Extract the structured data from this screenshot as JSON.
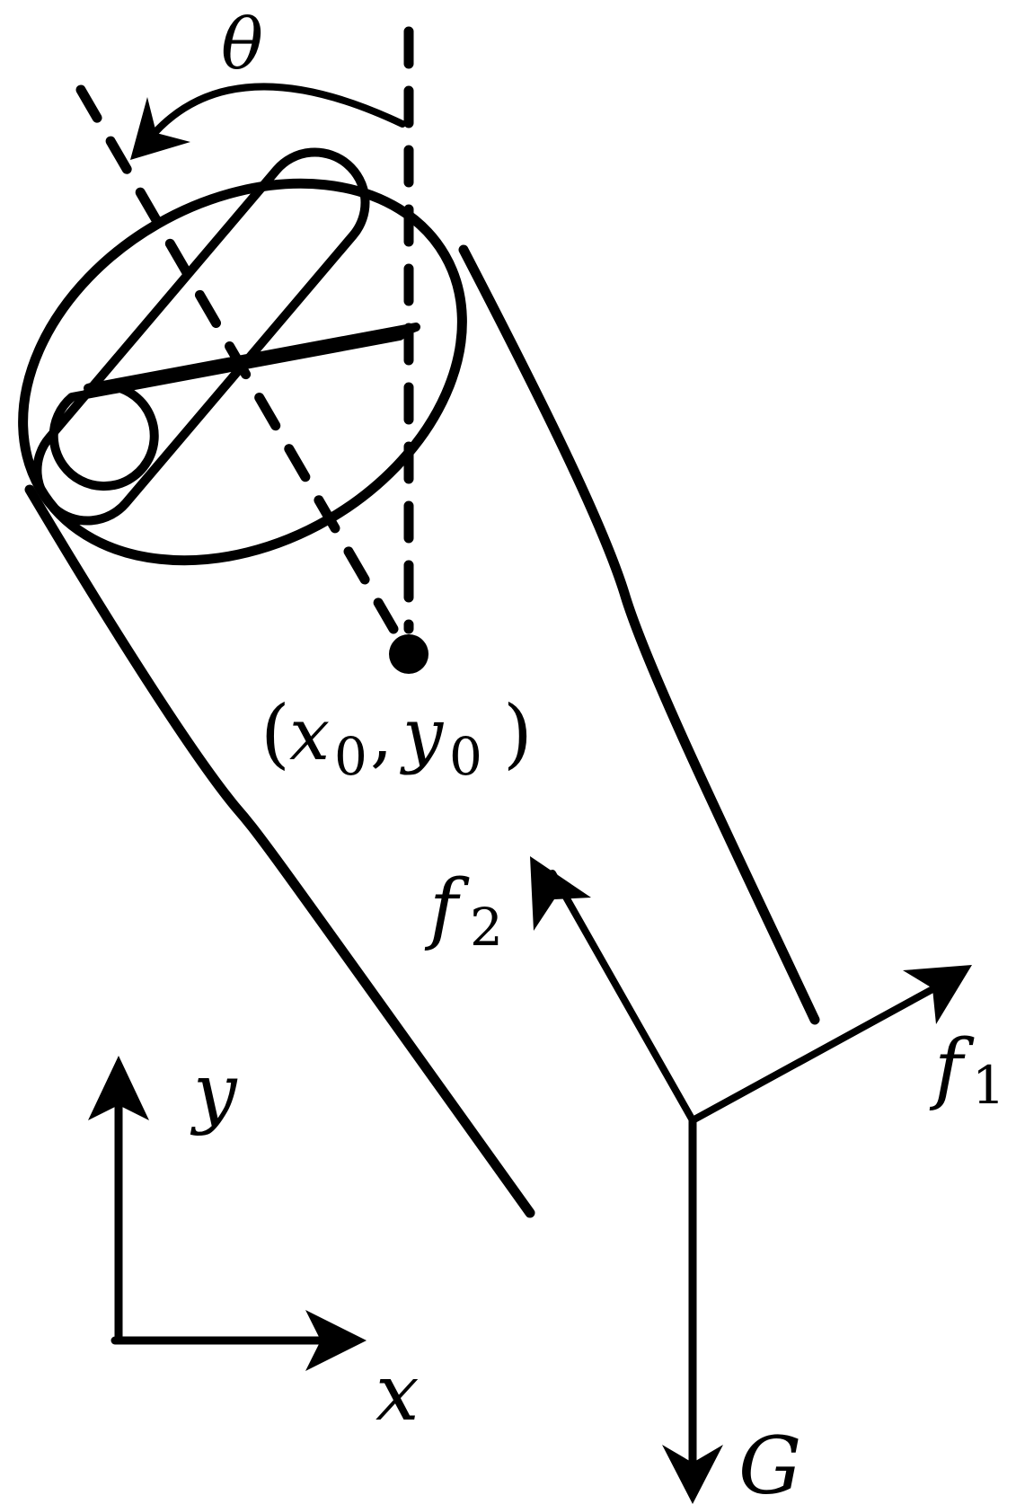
{
  "labels": {
    "theta": "θ",
    "point_open": "(",
    "point_x": "x",
    "point_x_sub": "0",
    "point_comma": ",",
    "point_y": "y",
    "point_y_sub": "0",
    "point_close": ")",
    "f2": "f",
    "f2_sub": "2",
    "f1": "f",
    "f1_sub": "1",
    "axis_y": "y",
    "axis_x": "x",
    "gravity": "G"
  },
  "colors": {
    "ink": "#000000",
    "background": "#ffffff"
  }
}
